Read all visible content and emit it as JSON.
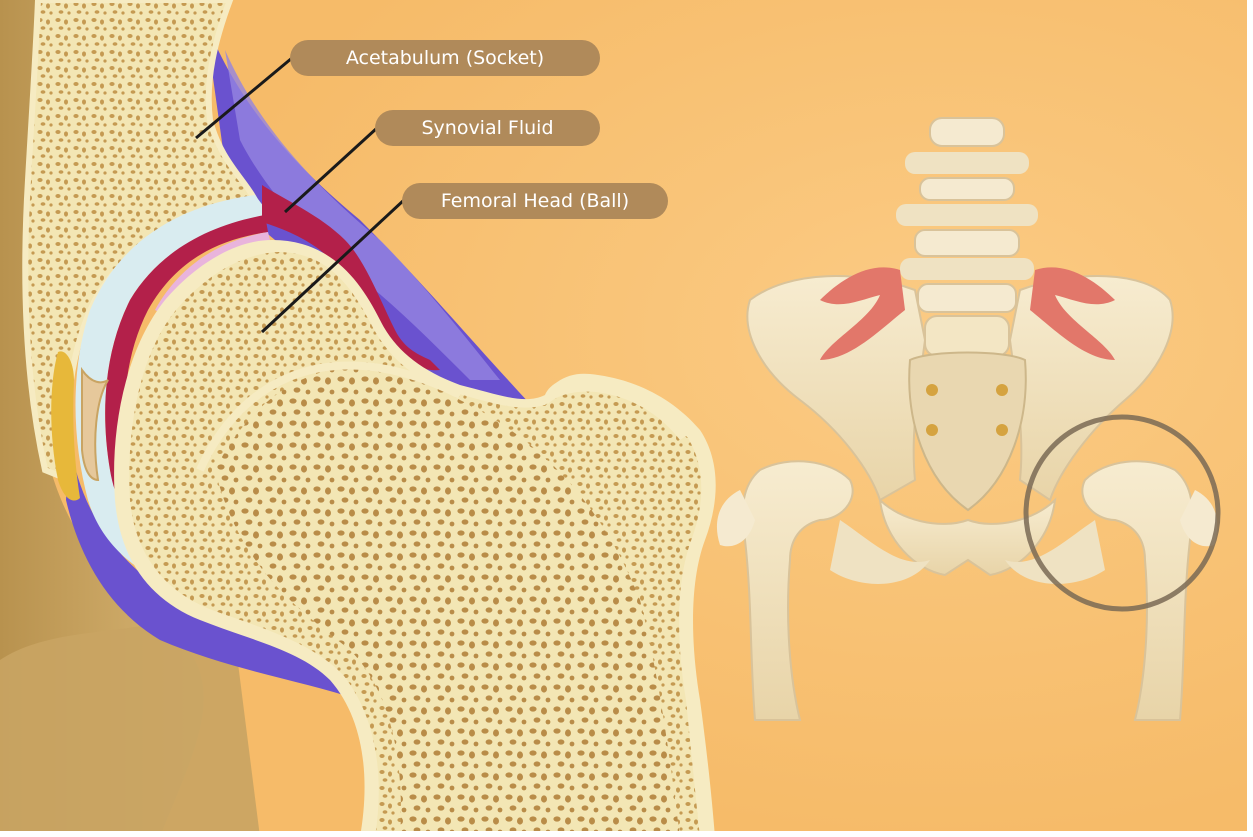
{
  "labels": {
    "acetabulum": "Acetabulum (Socket)",
    "synovial_fluid": "Synovial Fluid",
    "femoral_head": "Femoral Head (Ball)"
  },
  "colors": {
    "background": "#f7bd6d",
    "bone": "#f3e6b4",
    "bone_pores": "#c59a52",
    "cartilage": "#d9ecf0",
    "synovial_fluid": "#b3204a",
    "capsule": "#6650c8",
    "label_fill": "#b08a5a",
    "highlight_circle": "#7a6a55"
  }
}
